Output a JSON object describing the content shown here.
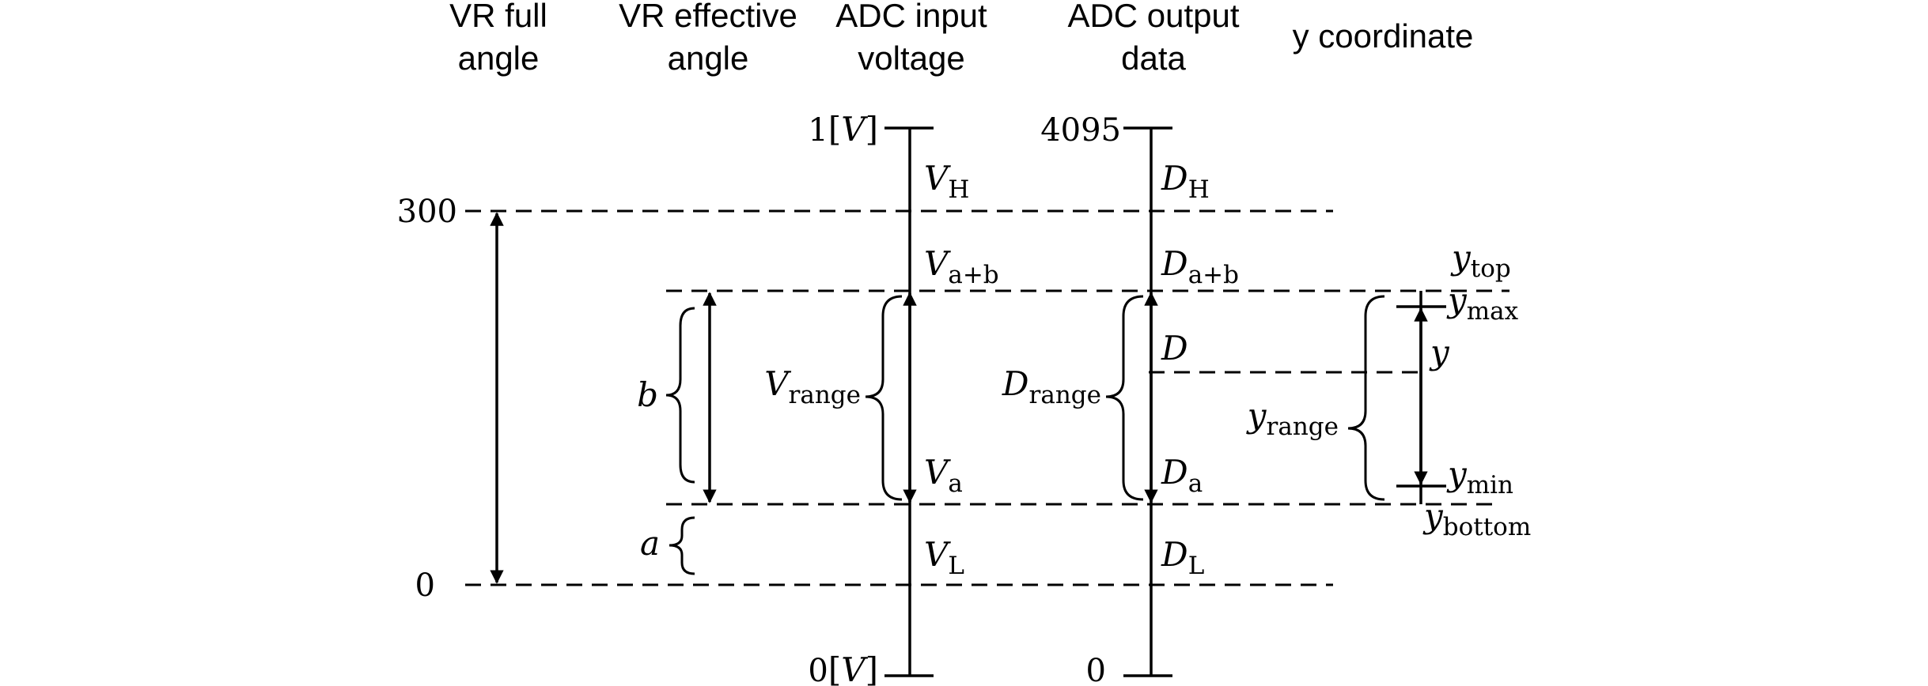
{
  "headers": {
    "vr_full_1": "VR full",
    "vr_full_2": "angle",
    "vr_eff_1": "VR effective",
    "vr_eff_2": "angle",
    "adc_in_1": "ADC input",
    "adc_in_2": "voltage",
    "adc_out_1": "ADC output",
    "adc_out_2": "data",
    "ycoord": "y coordinate"
  },
  "angle_axis": {
    "max": "300",
    "min": "0"
  },
  "angle_labels": {
    "b": "b",
    "a": "a"
  },
  "voltage_axis": {
    "top_value": "1",
    "bottom_value": "0",
    "unit": "V",
    "base": "V",
    "sub_H": "H",
    "sub_ab": "a+b",
    "sub_range": "range",
    "sub_a": "a",
    "sub_L": "L"
  },
  "data_axis": {
    "top_value": "4095",
    "bottom_value": "0",
    "base": "D",
    "sub_H": "H",
    "sub_ab": "a+b",
    "sub_range": "range",
    "sub_a": "a",
    "sub_L": "L",
    "plain": "D"
  },
  "y_axis": {
    "base": "y",
    "sub_top": "top",
    "sub_max": "max",
    "sub_range": "range",
    "sub_min": "min",
    "sub_bottom": "bottom",
    "plain": "y"
  }
}
